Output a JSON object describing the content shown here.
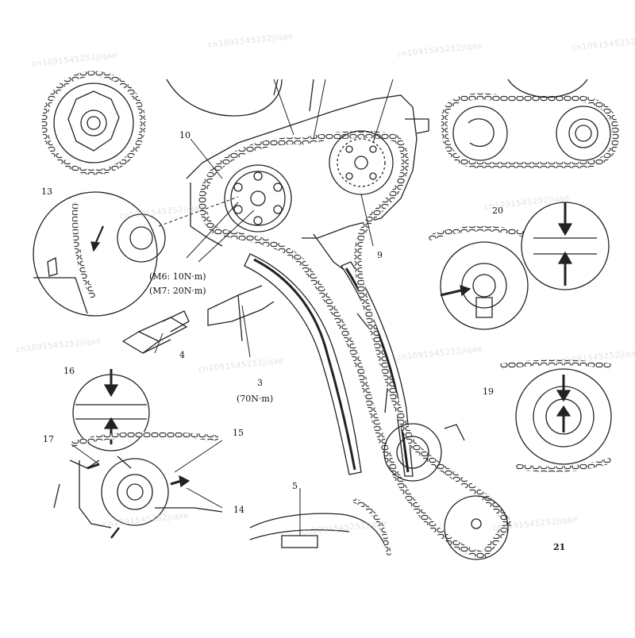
{
  "callouts": {
    "c3": "3",
    "c4": "4",
    "c5": "5",
    "c9": "9",
    "c10": "10",
    "c13": "13",
    "c14": "14",
    "c15": "15",
    "c16": "16",
    "c17": "17",
    "c19": "19",
    "c20": "20",
    "c21": "21"
  },
  "torque_specs": {
    "m6": "(M6: 10N·m)",
    "m7": "(M7: 20N·m)",
    "tensioner": "(70N·m)"
  },
  "watermark_text": "cn1091545252jiqae",
  "colors": {
    "ink": "#222222",
    "chain": "#333333",
    "watermark": "#c9c9cf"
  }
}
